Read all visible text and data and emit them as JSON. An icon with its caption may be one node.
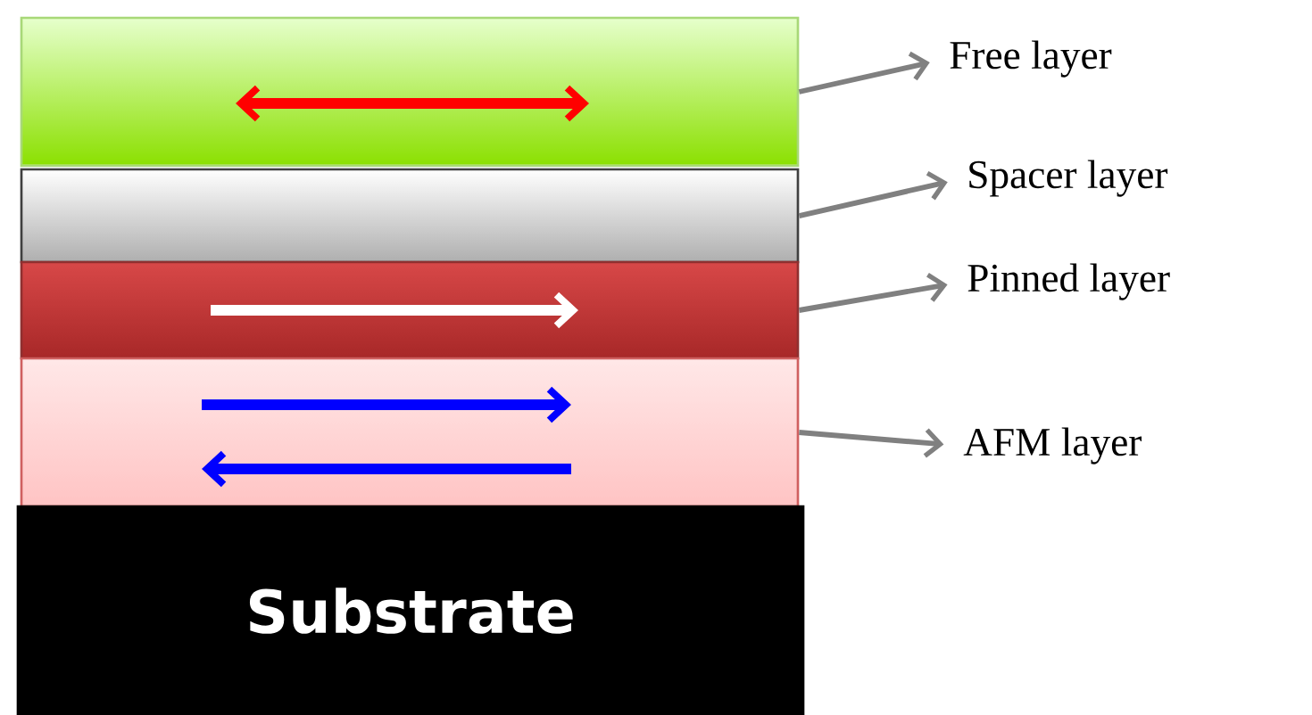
{
  "diagram": {
    "nodes": [
      {
        "text": [],
        "shape": "box"
      },
      {
        "text": [],
        "shape": "box"
      },
      {
        "text": [],
        "shape": "box"
      },
      {
        "text": [],
        "shape": "box"
      },
      {
        "text": [
          "Substrate"
        ]
      },
      {
        "text": [
          "Free layer"
        ]
      },
      {
        "text": [
          "Spacer layer"
        ]
      },
      {
        "text": [
          "Pinned layer"
        ]
      },
      {
        "text": [
          "AFM layer"
        ]
      }
    ],
    "edges": [
      {
        "from": 0,
        "to": 5,
        "arrow": "to"
      },
      {
        "from": 1,
        "to": 6,
        "arrow": "to"
      },
      {
        "from": 2,
        "to": 7,
        "arrow": "to"
      },
      {
        "from": 3,
        "to": 8,
        "arrow": "to"
      }
    ]
  }
}
